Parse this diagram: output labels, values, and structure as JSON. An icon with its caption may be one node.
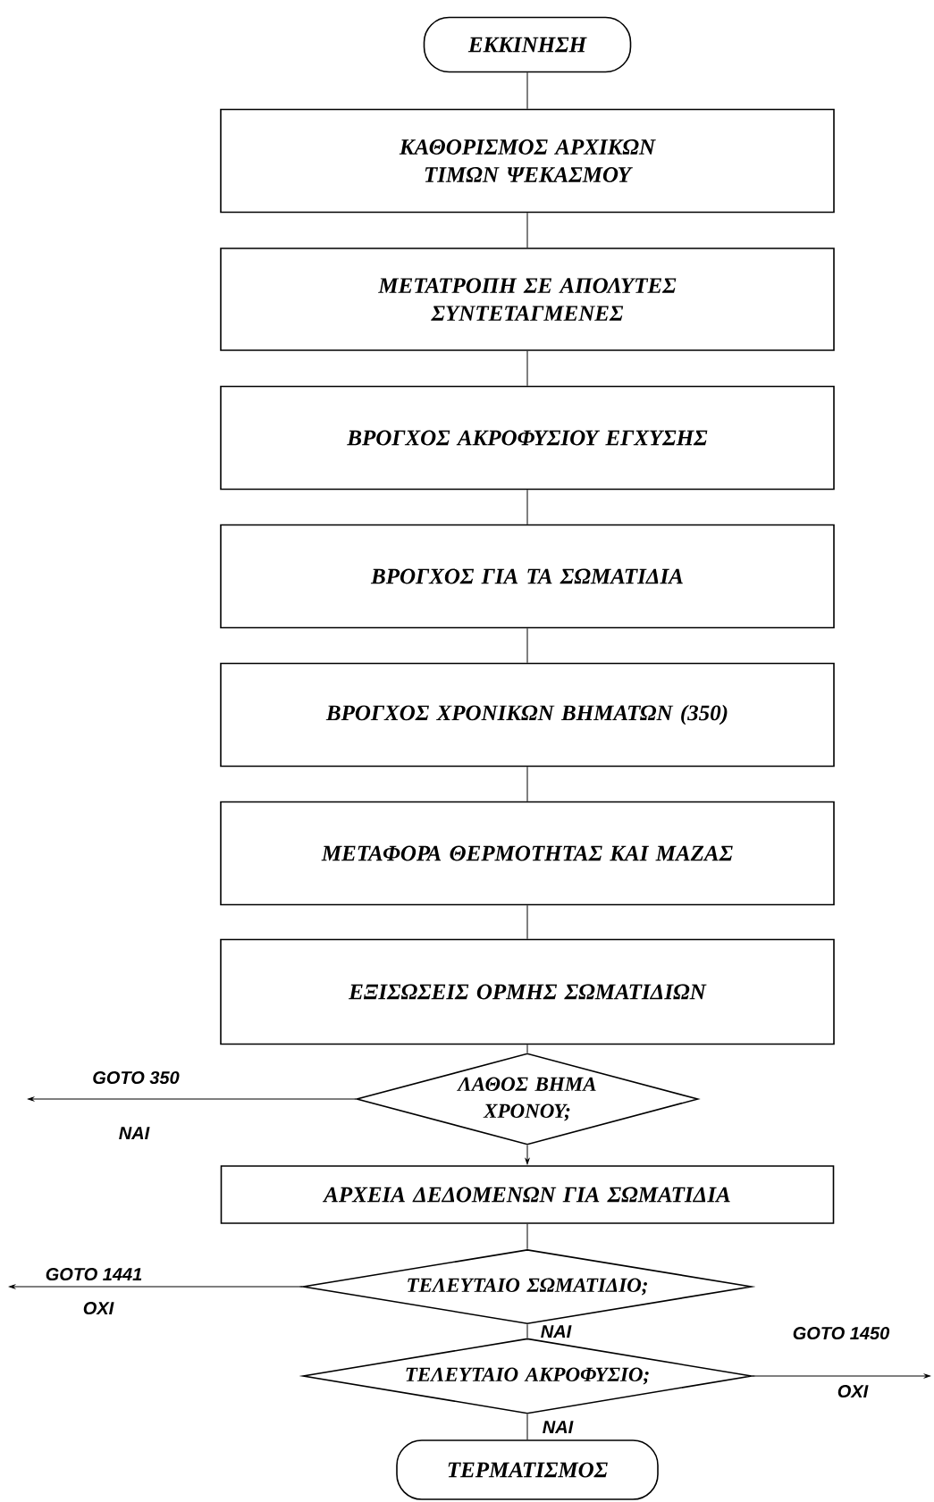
{
  "diagram": {
    "nodes": [
      {
        "text": [
          "ΕΚΚΙΝΗΣΗ"
        ]
      },
      {
        "text": [
          "ΚΑΘΟΡΙΣΜΟΣ ΑΡΧΙΚΩΝ ΤΙΜΩΝ ΨΕΚΑΣΜΟΥ"
        ]
      },
      {
        "text": [
          "ΜΕΤΑΤΡΟΠΗ ΣΕ ΑΠΟΛΥΤΕΣ ΣΥΝΤΕΤΑΓΜΕΝΕΣ"
        ]
      },
      {
        "text": [
          "ΒΡΟΓΧΟΣ ΑΚΡΟΦΥΣΙΟΥ ΕΓΧΥΣΗΣ"
        ]
      },
      {
        "text": [
          "ΒΡΟΓΧΟΣ ΓΙΑ ΤΑ ΣΩΜΑΤΙΔΙΑ"
        ]
      },
      {
        "text": [
          "ΒΡΟΓΧΟΣ ΧΡΟΝΙΚΩΝ ΒΗΜΑΤΩΝ (350)"
        ]
      },
      {
        "text": [
          "ΜΕΤΑΦΟΡΑ ΘΕΡΜΟΤΗΤΑΣ ΚΑΙ ΜΑΖΑΣ"
        ]
      },
      {
        "text": [
          "ΕΞΙΣΩΣΕΙΣ ΟΡΜΗΣ ΣΩΜΑΤΙΔΙΩΝ"
        ]
      },
      {
        "text": [
          "ΛΑΘΟΣ ΒΗΜΑ ΧΡΟΝΟΥ;"
        ]
      },
      {
        "text": [
          "ΑΡΧΕΙΑ ΔΕΔΟΜΕΝΩΝ ΓΙΑ ΣΩΜΑΤΙΔΙΑ"
        ]
      },
      {
        "text": [
          "ΤΕΛΕΥΤΑΙΟ  ΣΩΜΑΤΙΔΙΟ;"
        ]
      },
      {
        "text": [
          "ΤΕΛΕΥΤΑΙΟ  ΑΚΡΟΦΥΣΙΟ;"
        ]
      },
      {
        "text": [
          "ΤΕΡΜΑΤΙΣΜΟΣ"
        ]
      }
    ],
    "edges": [
      {
        "from": 0,
        "to": 1,
        "arrow": "none"
      },
      {
        "from": 1,
        "to": 2,
        "arrow": "none"
      },
      {
        "from": 2,
        "to": 3,
        "arrow": "none"
      },
      {
        "from": 3,
        "to": 4,
        "arrow": "none"
      },
      {
        "from": 4,
        "to": 5,
        "arrow": "none"
      },
      {
        "from": 5,
        "to": 6,
        "arrow": "none"
      },
      {
        "from": 6,
        "to": 7,
        "arrow": "none"
      },
      {
        "from": 7,
        "to": 8,
        "arrow": "none"
      },
      {
        "from": 8,
        "to": null,
        "arrow": "to",
        "label": "NAI"
      },
      {
        "from": 8,
        "to": 9,
        "arrow": "to"
      },
      {
        "from": 9,
        "to": 10,
        "arrow": "none"
      },
      {
        "from": 10,
        "to": null,
        "arrow": "to",
        "label": "OXI"
      },
      {
        "from": 10,
        "to": 11,
        "arrow": "none",
        "label": "NAI"
      },
      {
        "from": 11,
        "to": null,
        "arrow": "to",
        "label": "OXI"
      },
      {
        "from": 11,
        "to": 12,
        "arrow": "none",
        "label": "NAI"
      }
    ],
    "labels": [
      "GOTO 350",
      "GOTO 1441",
      "GOTO 1450"
    ]
  }
}
